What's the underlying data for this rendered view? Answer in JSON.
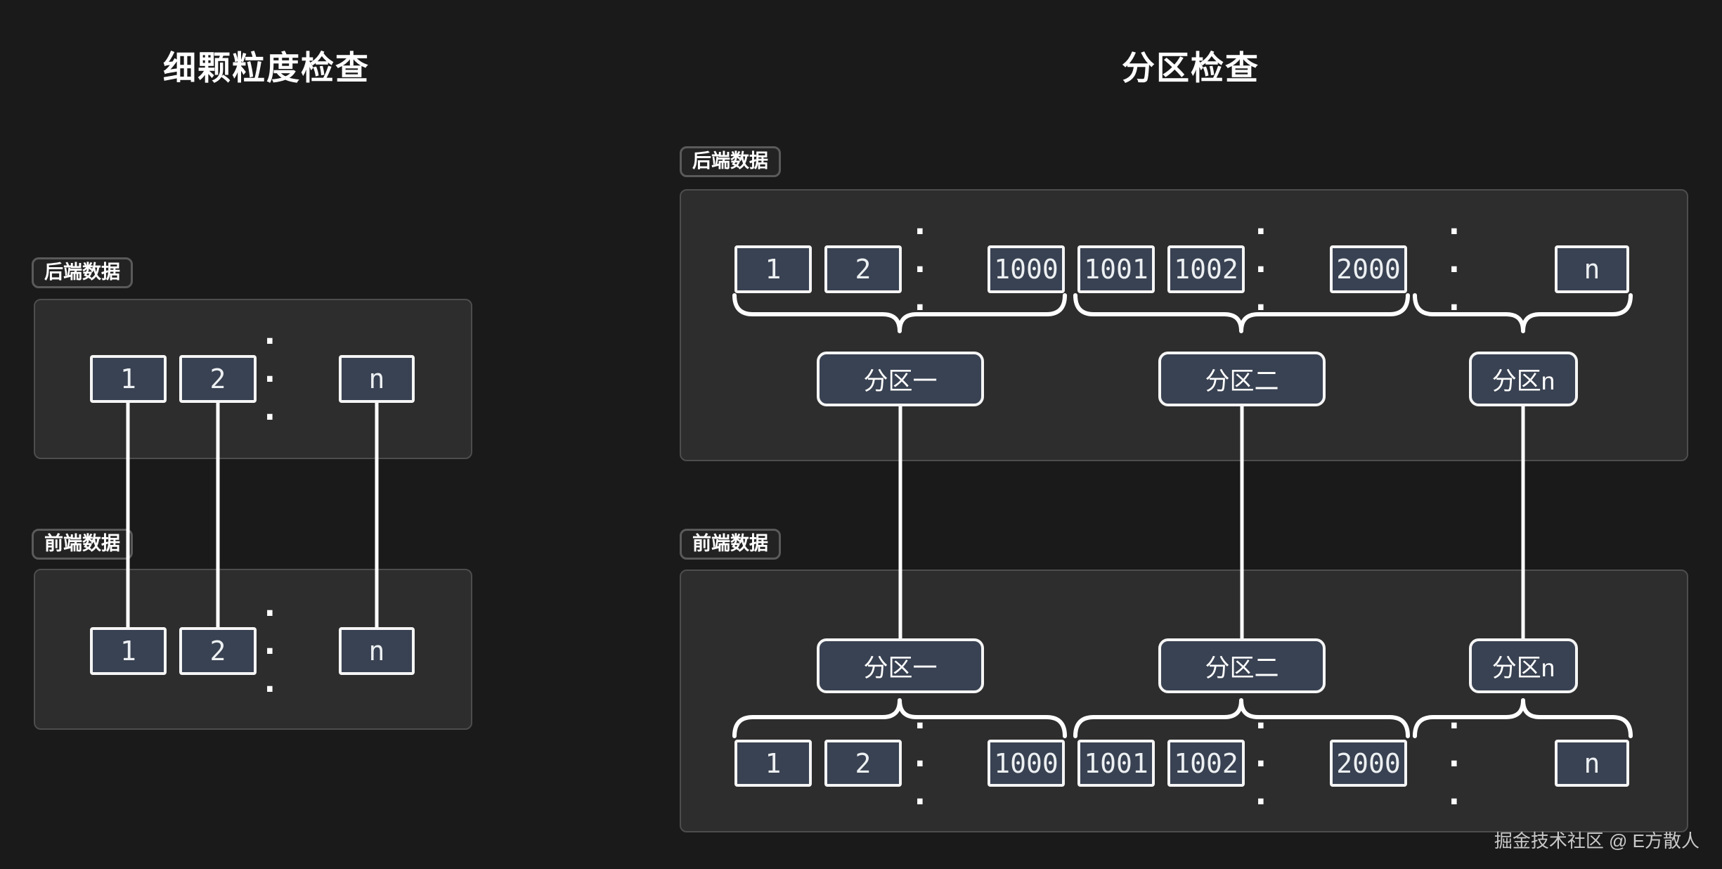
{
  "colors": {
    "page-bg": "#1a1a1a",
    "panel-bg": "#2d2d2d",
    "panel-border": "#4d4d4d",
    "badge-bg": "#232323",
    "badge-border": "#5a5a5a",
    "box-bg": "#394252",
    "box-border": "#f5f5f5",
    "text": "#ffffff",
    "line": "#ffffff",
    "watermark": "#c9c9c9"
  },
  "left": {
    "title": "细颗粒度检查",
    "backend_label": "后端数据",
    "frontend_label": "前端数据",
    "dots": "· · ·",
    "backend_cells": [
      "1",
      "2",
      "n"
    ],
    "frontend_cells": [
      "1",
      "2",
      "n"
    ]
  },
  "right": {
    "title": "分区检查",
    "backend_label": "后端数据",
    "frontend_label": "前端数据",
    "dots": "· · ·",
    "backend_cells": [
      "1",
      "2",
      "1000",
      "1001",
      "1002",
      "2000",
      "n"
    ],
    "frontend_cells": [
      "1",
      "2",
      "1000",
      "1001",
      "1002",
      "2000",
      "n"
    ],
    "backend_partitions": [
      "分区一",
      "分区二",
      "分区n"
    ],
    "frontend_partitions": [
      "分区一",
      "分区二",
      "分区n"
    ]
  },
  "watermark": "掘金技术社区 @ E方散人"
}
